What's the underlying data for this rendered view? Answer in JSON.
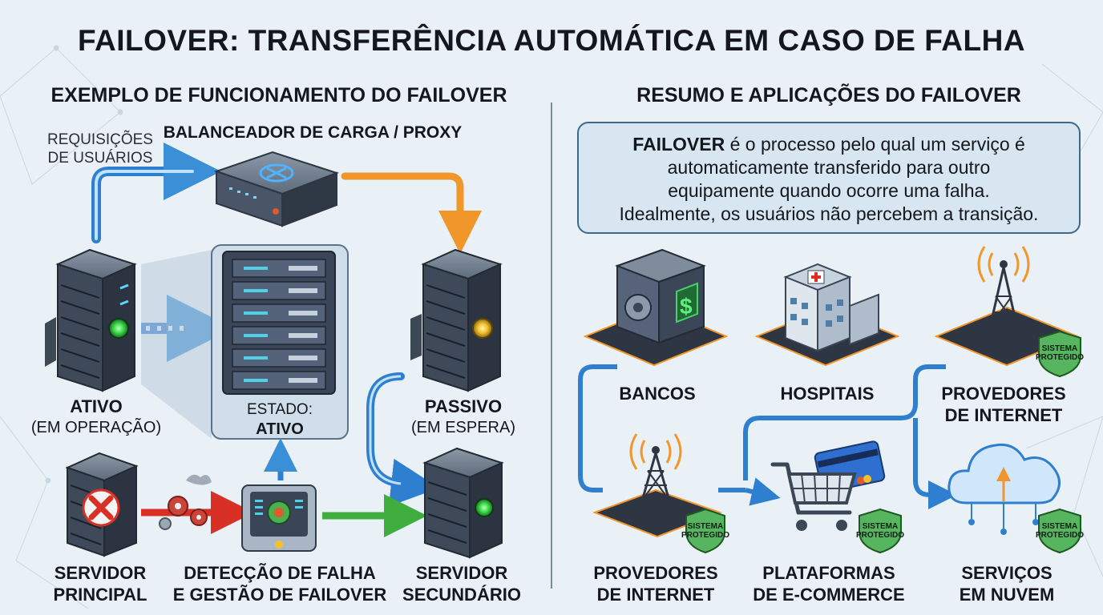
{
  "title": "FAILOVER: TRANSFERÊNCIA AUTOMÁTICA EM CASO DE FALHA",
  "left": {
    "heading": "EXEMPLO DE FUNCIONAMENTO DO FAILOVER",
    "requests_label": [
      "REQUISIÇÕES",
      "DE USUÁRIOS"
    ],
    "balancer_label": "BALANCEADOR DE CARGA / PROXY",
    "active": {
      "title": "ATIVO",
      "subtitle": "(EM OPERAÇÃO)"
    },
    "passive": {
      "title": "PASSIVO",
      "subtitle": "(EM ESPERA)"
    },
    "state": {
      "label": "ESTADO:",
      "value": "ATIVO"
    },
    "primary": [
      "SERVIDOR",
      "PRINCIPAL"
    ],
    "detection": [
      "DETECÇÃO DE FALHA",
      "E GESTÃO DE FAILOVER"
    ],
    "secondary": [
      "SERVIDOR",
      "SECUNDÁRIO"
    ]
  },
  "right": {
    "heading": "RESUMO E APLICAÇÕES DO FAILOVER",
    "definition": {
      "keyword": "FAILOVER",
      "line1_rest": " é o processo pelo qual um serviço é",
      "line2": "automaticamente transferido para outro",
      "line3": "equipamente quando ocorre uma falha.",
      "line4": "Idealmente, os usuários não percebem a transição."
    },
    "applications": [
      {
        "lines": [
          "BANCOS"
        ],
        "icon": "vault-icon"
      },
      {
        "lines": [
          "HOSPITAIS"
        ],
        "icon": "hospital-icon"
      },
      {
        "lines": [
          "PROVEDORES",
          "DE INTERNET"
        ],
        "icon": "antenna-tower-icon"
      },
      {
        "lines": [
          "PROVEDORES",
          "DE INTERNET"
        ],
        "icon": "antenna-tower-icon"
      },
      {
        "lines": [
          "PLATAFORMAS",
          "DE E-COMMERCE"
        ],
        "icon": "shopping-cart-icon"
      },
      {
        "lines": [
          "SERVIÇOS",
          "EM NUVEM"
        ],
        "icon": "cloud-icon"
      }
    ],
    "badge": [
      "SISTEMA",
      "PROTEGIDO"
    ]
  },
  "colors": {
    "background": "#e9f1f7",
    "active_green": "#3ddc4a",
    "standby_amber": "#f2c12e",
    "failure_red": "#d93025",
    "flow_blue": "#3a8fd6",
    "flow_orange": "#f0962a",
    "flow_green": "#3fae3f"
  }
}
